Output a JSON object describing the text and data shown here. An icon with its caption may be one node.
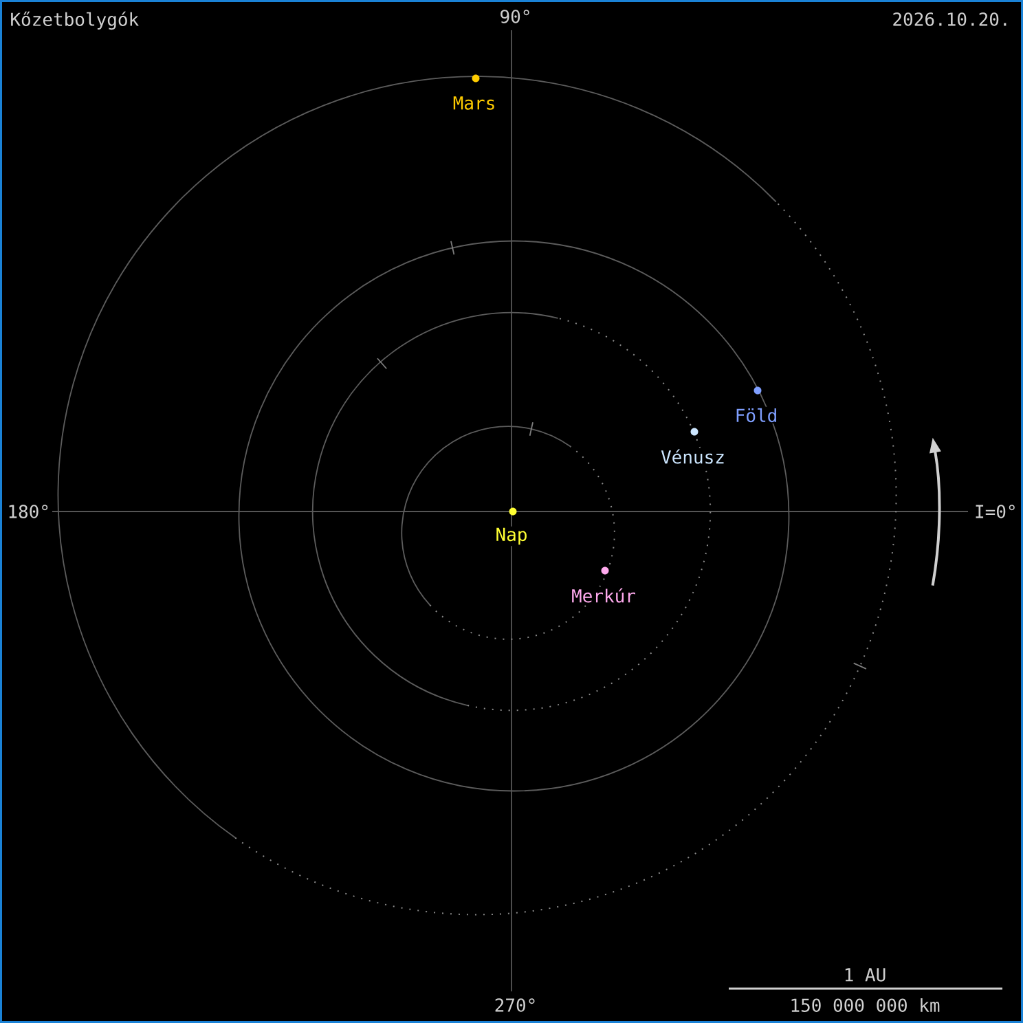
{
  "diagram": {
    "title": "Kőzetbolygók",
    "nodes": [
      {
        "text": [],
        "shape": "circle",
        "beside": [
          "Mars"
        ]
      },
      {
        "text": [],
        "shape": "circle",
        "beside": [
          "Föld"
        ]
      },
      {
        "text": [],
        "shape": "circle",
        "beside": [
          "Vénusz"
        ]
      },
      {
        "text": [],
        "shape": "circle",
        "beside": [
          "Nap"
        ]
      },
      {
        "text": [],
        "shape": "circle",
        "beside": [
          "Merkúr"
        ]
      }
    ],
    "labels": [
      "2026.10.20.",
      "90°",
      "180°",
      "I=0°",
      "270°",
      "1 AU",
      "150 000 000 km"
    ]
  }
}
